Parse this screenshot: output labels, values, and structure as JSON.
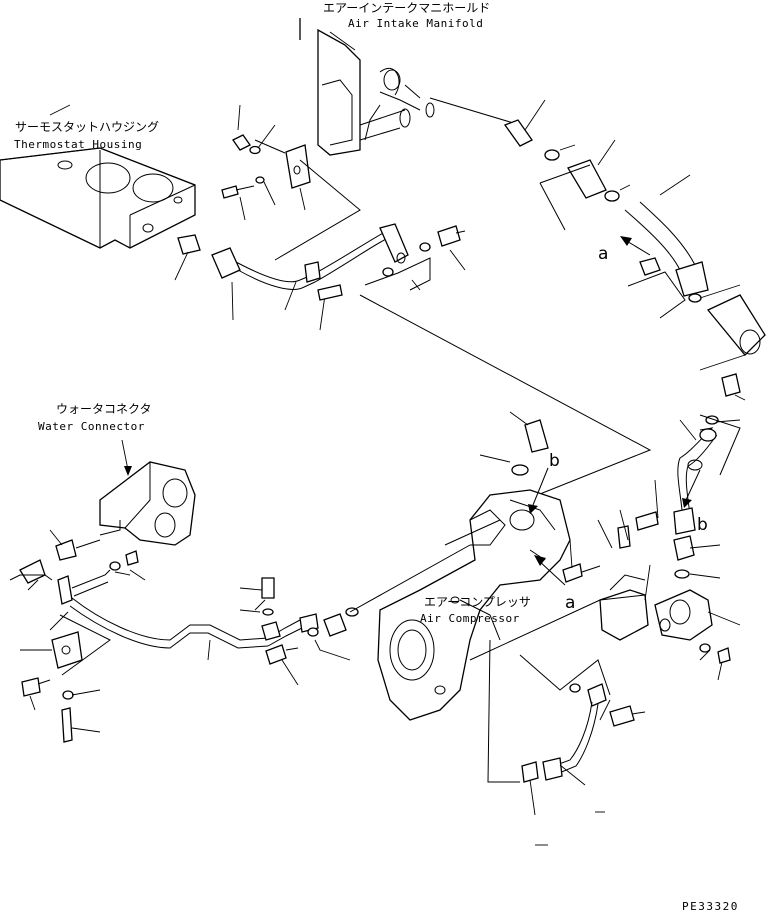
{
  "labels": {
    "air_intake_jp": "エアーインテークマニホールド",
    "air_intake_en": "Air Intake Manifold",
    "thermostat_jp": "サーモスタットハウジング",
    "thermostat_en": "Thermostat Housing",
    "water_connector_jp": "ウォータコネクタ",
    "water_connector_en": "Water Connector",
    "air_compressor_jp": "エアーコンプレッサ",
    "air_compressor_en": "Air Compressor"
  },
  "refs": {
    "a_top": "a",
    "a_bottom": "a",
    "b_left": "b",
    "b_right": "b"
  },
  "drawing_code": "PE33320"
}
